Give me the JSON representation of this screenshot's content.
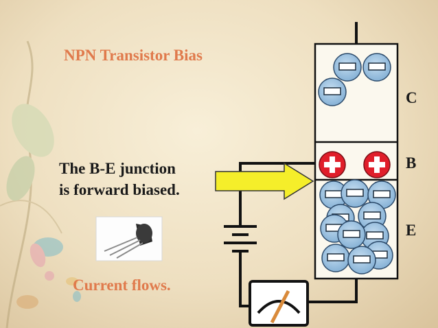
{
  "slide": {
    "title": "NPN Transistor Bias",
    "note_line1": "The B-E junction",
    "note_line2": "is forward biased.",
    "current_text": "Current flows."
  },
  "transistor": {
    "regions": [
      {
        "id": "collector",
        "label": "C"
      },
      {
        "id": "base",
        "label": "B"
      },
      {
        "id": "emitter",
        "label": "E"
      }
    ]
  },
  "colors": {
    "title": "#e07a4c",
    "arrow_fill": "#f5ee2a",
    "charge_fill": "#9cc4e4",
    "hole_fill": "#e01e2a"
  },
  "icons": [
    "negative-charge-icon",
    "positive-charge-icon",
    "battery-icon",
    "meter-icon",
    "arrow-icon",
    "transistor-photo",
    "floral-decoration"
  ]
}
